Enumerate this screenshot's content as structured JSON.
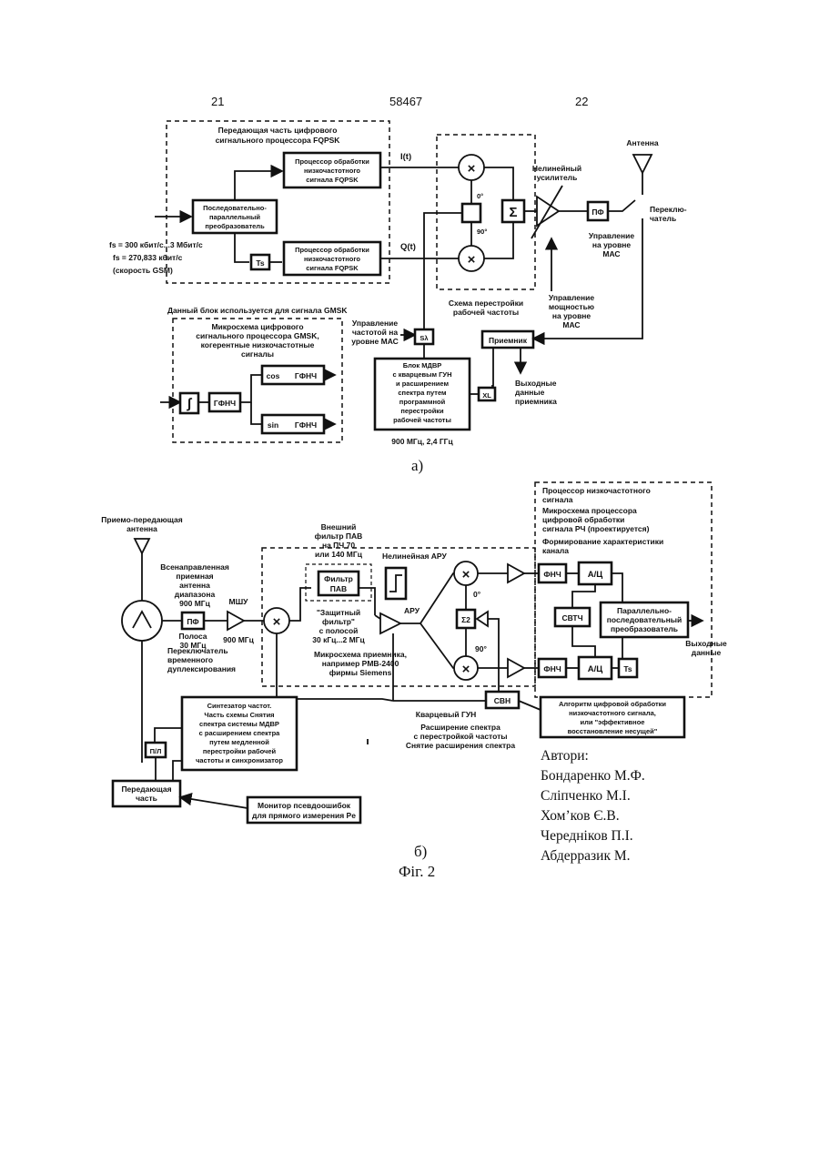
{
  "header": {
    "left": "21",
    "center": "58467",
    "right": "22"
  },
  "fig_a": {
    "caption": "а)",
    "tx_block": [
      "Передающая часть цифрового",
      "сигнального процессора FQPSK"
    ],
    "proc_top": [
      "Процессор обработки",
      "низкочастотного",
      "сигнала FQPSK"
    ],
    "proc_bot": [
      "Процессор обработки",
      "низкочастотного",
      "сигнала FQPSK"
    ],
    "sp_converter": [
      "Последовательно-",
      "параллельный",
      "преобразователь"
    ],
    "delay": "Ts",
    "rates": [
      "fs = 300 кбит/с...3 Мбит/с",
      "fs = 270,833 кбит/с",
      "(скорость GSM)"
    ],
    "it": "I(t)",
    "qt": "Q(t)",
    "phase0": "0°",
    "phase90": "90°",
    "sum": "Σ",
    "mult": "×",
    "amp": [
      "Нелинейный",
      "усилитель"
    ],
    "pf": "ПФ",
    "antenna": "Антенна",
    "switch": [
      "Переклю-",
      "чатель"
    ],
    "mac_ctrl": [
      "Управление",
      "на уровне",
      "МАС"
    ],
    "freq_scheme": [
      "Схема перестройки",
      "рабочей частоты"
    ],
    "power_ctrl": [
      "Управление",
      "мощностью",
      "на уровне",
      "МАС"
    ],
    "gmsk_note": "Данный блок используется для сигнала GMSK",
    "gmsk_chip": [
      "Микросхема цифрового",
      "сигнального процессора GMSK,",
      "когерентные низкочастотные",
      "сигналы"
    ],
    "integral": "∫",
    "gfnch": "ГФНЧ",
    "cos": "cos",
    "sin": "sin",
    "freq_mac": [
      "Управление",
      "частотой на",
      "уровне МАС"
    ],
    "syn": "Ѕλ",
    "receiver": "Приемник",
    "mdvr_block": [
      "Блок МДВР",
      "с кварцевым ГУН",
      "и расширением",
      "спектра путем",
      "программной",
      "перестройки",
      "рабочей частоты"
    ],
    "mdvr_freq": "900 МГц, 2,4 ГГц",
    "out_data": [
      "Выходные",
      "данные",
      "приемника"
    ],
    "xl": "ХL"
  },
  "fig_b": {
    "caption": "б)",
    "fig_label": "Фіг. 2",
    "antenna": [
      "Приемо-передающая",
      "антенна"
    ],
    "omni": [
      "Всенаправленная",
      "приемная",
      "антенна",
      "диапазона",
      "900 МГц"
    ],
    "pf": "ПФ",
    "band": [
      "Полоса",
      "30 МГц"
    ],
    "lna": "МШУ",
    "lna_freq": "900 МГц",
    "switch": [
      "Переключатель",
      "временного",
      "дуплексирования"
    ],
    "ext_filter": [
      "Внешний",
      "фильтр ПАВ",
      "на ПЧ 70",
      "или 140 МГц"
    ],
    "saw": [
      "Фильтр",
      "ПАВ"
    ],
    "nl_agc": "Нелинейная АРУ",
    "agc": "АРУ",
    "protect_filter": [
      "\"Защитный",
      "фильтр\"",
      "с полосой",
      "30 кГц...2 МГц"
    ],
    "rx_chip": [
      "Микросхема приемника,",
      "например PMB-2400",
      "фирмы Siemens"
    ],
    "phase0": "0°",
    "phase90": "90°",
    "splitter": "Σ2",
    "svn": "СВН",
    "quartz": "Кварцевый ГУН",
    "spread": [
      "Расширение спектра",
      "с перестройкой частоты",
      "Снятие расширения спектра"
    ],
    "lf_proc": [
      "Процессор низкочастотного",
      "сигнала",
      "Микросхема процессора",
      "цифровой обработки",
      "сигнала РЧ (проектируется)",
      "Формирование характеристики",
      "канала"
    ],
    "fnch": "ФНЧ",
    "adc": "А/Ц",
    "svtch": "СВТЧ",
    "ps_conv": [
      "Параллельно-",
      "последовательный",
      "преобразователь"
    ],
    "out_data": [
      "Выходные",
      "данные"
    ],
    "ts": "Ts",
    "algo": [
      "Алгоритм цифровой обработки",
      "низкочастотного сигнала,",
      "или \"эффективное",
      "восстановление несущей\""
    ],
    "synth": [
      "Синтезатор частот.",
      "Часть схемы Снятия",
      "спектра системы МДВР",
      "с расширением спектра",
      "путем медленной",
      "перестройки рабочей",
      "частоты и синхронизатор"
    ],
    "pd": "П/Л",
    "tx_part": [
      "Передающая",
      "часть"
    ],
    "monitor": [
      "Монитор псевдоошибок",
      "для прямого измерения Pe"
    ]
  },
  "authors": {
    "title": "Автори:",
    "names": [
      "Бондаренко М.Ф.",
      "Сліпченко М.І.",
      "Хом’ков Є.В.",
      "Чередніков П.І.",
      "Абдерразик М."
    ]
  }
}
